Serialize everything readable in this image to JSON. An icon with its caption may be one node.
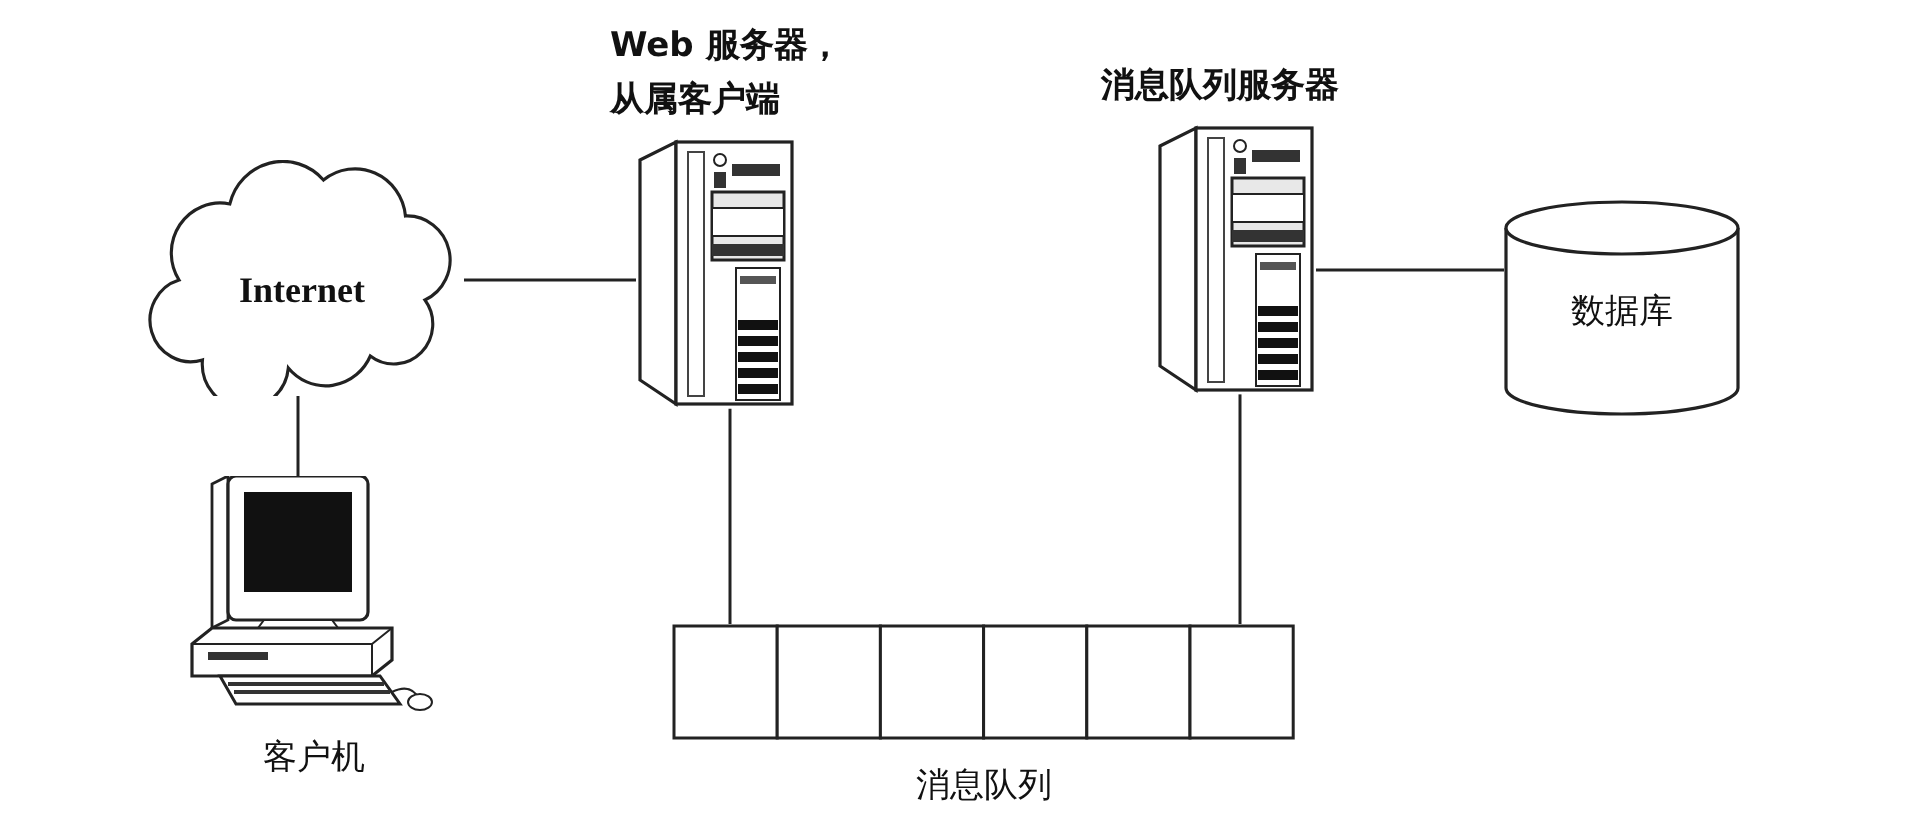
{
  "diagram": {
    "nodes": [
      {
        "text": [
          "Internet"
        ]
      },
      {
        "text": [
          "客户机"
        ]
      },
      {
        "text": [
          "Web 服务器，从属客户端"
        ]
      },
      {
        "text": [
          "消息队列服务器"
        ]
      },
      {
        "text": [
          "数据库"
        ]
      },
      {
        "text": [
          "消息队列"
        ]
      }
    ],
    "edges": [
      {
        "from": 0,
        "to": 1,
        "arrow": "none"
      },
      {
        "from": 0,
        "to": 2,
        "arrow": "none"
      },
      {
        "from": 2,
        "to": 5,
        "arrow": "none"
      },
      {
        "from": 3,
        "to": 5,
        "arrow": "none"
      },
      {
        "from": 3,
        "to": 4,
        "arrow": "none"
      }
    ]
  }
}
